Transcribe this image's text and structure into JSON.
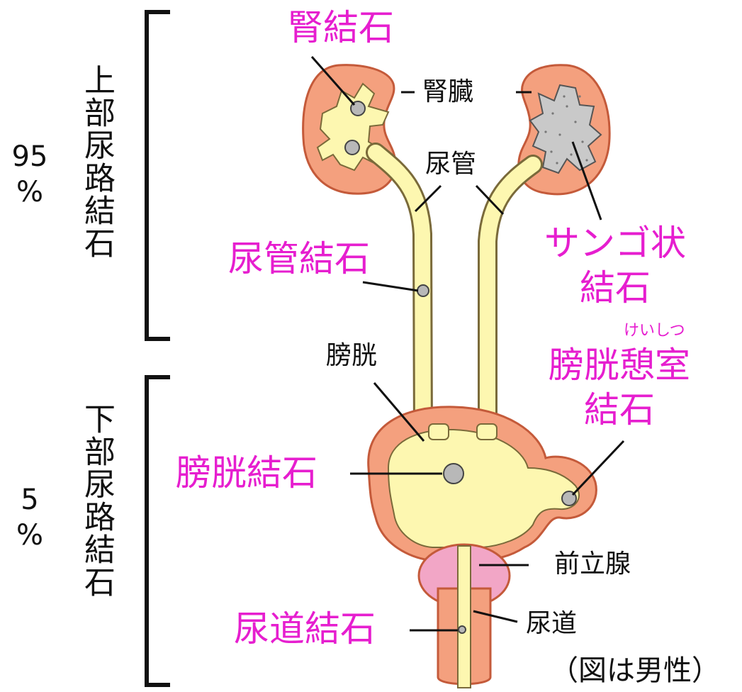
{
  "upper": {
    "group_label": "上部尿路結石",
    "percent_value": "95",
    "percent_sign": "%"
  },
  "lower": {
    "group_label": "下部尿路結石",
    "percent_value": "5",
    "percent_sign": "%"
  },
  "labels": {
    "kidney_stone": "腎結石",
    "kidney": "腎臓",
    "ureter": "尿管",
    "ureter_stone": "尿管結石",
    "staghorn_line1": "サンゴ状",
    "staghorn_line2": "結石",
    "bladder": "膀胱",
    "diverticulum_furigana": "けいしつ",
    "diverticulum_line1": "膀胱憩室",
    "diverticulum_line2": "結石",
    "bladder_stone": "膀胱結石",
    "prostate": "前立腺",
    "urethra": "尿道",
    "urethra_stone": "尿道結石",
    "note": "（図は男性）"
  },
  "colors": {
    "highlight": "#e61ecf",
    "tissue": "#f4a07e",
    "lumen": "#fdf7b0",
    "prostate": "#f2a6c6",
    "stone": "#b8b8b8"
  }
}
